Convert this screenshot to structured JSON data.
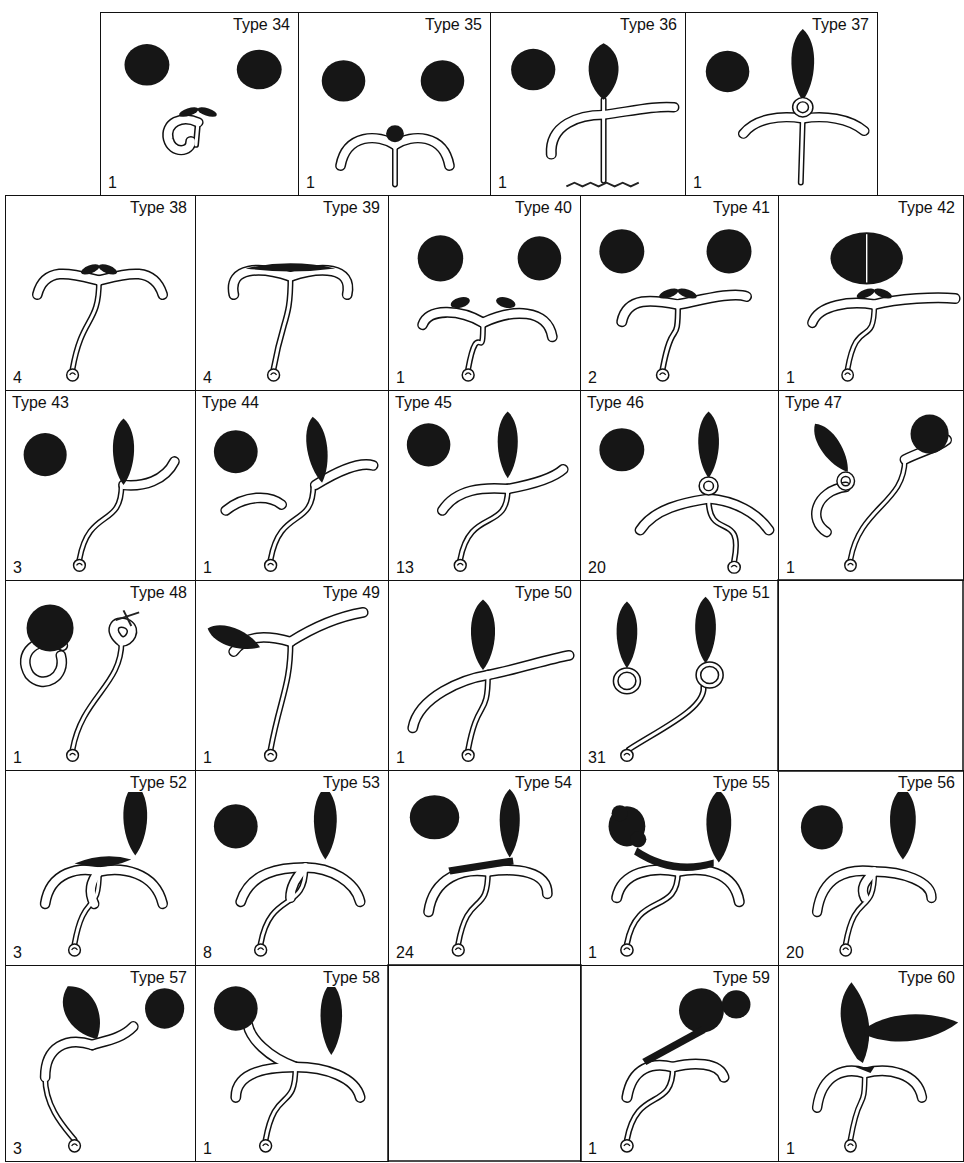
{
  "diagram": {
    "nodes": [
      {
        "text": [
          "Type 34",
          "1"
        ]
      },
      {
        "text": [
          "Type 35",
          "1"
        ]
      },
      {
        "text": [
          "Type 36",
          "1"
        ]
      },
      {
        "text": [
          "Type 37",
          "1"
        ]
      },
      {
        "text": [
          "Type 38",
          "4"
        ]
      },
      {
        "text": [
          "Type 39",
          "4"
        ]
      },
      {
        "text": [
          "Type 40",
          "1"
        ]
      },
      {
        "text": [
          "Type 41",
          "2"
        ]
      },
      {
        "text": [
          "Type 42",
          "1"
        ]
      },
      {
        "text": [
          "Type 43",
          "3"
        ]
      },
      {
        "text": [
          "Type 44",
          "1"
        ]
      },
      {
        "text": [
          "Type 45",
          "13"
        ]
      },
      {
        "text": [
          "Type 46",
          "20"
        ]
      },
      {
        "text": [
          "Type 47",
          "1"
        ]
      },
      {
        "text": [
          "Type 48",
          "1"
        ]
      },
      {
        "text": [
          "Type 49",
          "1"
        ]
      },
      {
        "text": [
          "Type 50",
          "1"
        ]
      },
      {
        "text": [
          "Type 51",
          "31"
        ]
      },
      {
        "text": [
          "Type 52",
          "3"
        ]
      },
      {
        "text": [
          "Type 53",
          "8"
        ]
      },
      {
        "text": [
          "Type 54",
          "24"
        ]
      },
      {
        "text": [
          "Type 55",
          "1"
        ]
      },
      {
        "text": [
          "Type 56",
          "20"
        ]
      },
      {
        "text": [
          "Type 57",
          "3"
        ]
      },
      {
        "text": [
          "Type 58",
          "1"
        ]
      },
      {
        "text": [
          "Type 59",
          "1"
        ]
      },
      {
        "text": [
          "Type 60",
          "1"
        ]
      }
    ]
  }
}
